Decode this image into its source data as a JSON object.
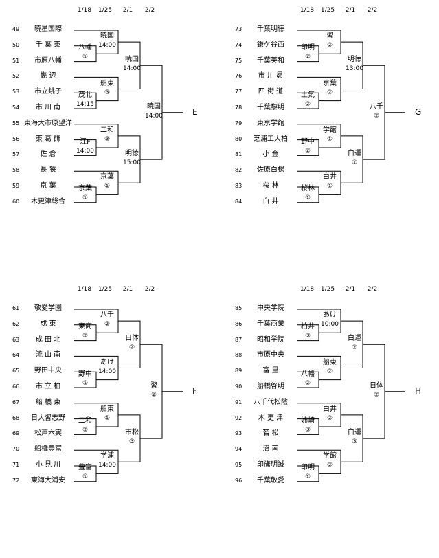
{
  "dates": [
    "1/18",
    "1/25",
    "2/1",
    "2/2"
  ],
  "quadrants": [
    {
      "block": "E",
      "numbers": [
        "49",
        "50",
        "51",
        "52",
        "53",
        "54",
        "55",
        "56",
        "57",
        "58",
        "59",
        "60"
      ],
      "teams": [
        "暁星国際",
        "千 葉 東",
        "市原八幡",
        "畿 辺",
        "市立銚子",
        "市 川 南",
        "東海大市原望洋",
        "東 葛 飾",
        "佐 倉",
        "長 狭",
        "京 葉",
        "木更津総合"
      ],
      "r1": [
        {
          "slot": 1,
          "name": "八幡",
          "sub": "①"
        },
        {
          "slot": 4,
          "name": "茂北",
          "sub": "14:15"
        },
        {
          "slot": 7,
          "name": "江F",
          "sub": "14:00"
        },
        {
          "slot": 10,
          "name": "京葉",
          "sub": "①"
        }
      ],
      "r2": [
        {
          "name": "暁国",
          "sub": "14:00"
        },
        {
          "name": "船東",
          "sub": "③"
        },
        {
          "name": "二和",
          "sub": "③"
        },
        {
          "name": "京葉",
          "sub": "①"
        }
      ],
      "r3": [
        {
          "name": "暁国",
          "sub": "14:00"
        },
        {
          "name": "明徳",
          "sub": "15:00"
        }
      ],
      "final": {
        "name": "暁国",
        "sub": "14:00"
      }
    },
    {
      "block": "G",
      "numbers": [
        "73",
        "74",
        "75",
        "76",
        "77",
        "78",
        "79",
        "80",
        "81",
        "82",
        "83",
        "84"
      ],
      "teams": [
        "千葉明徳",
        "鎌ケ谷西",
        "千葉英和",
        "市 川 昴",
        "四 街 道",
        "千葉黎明",
        "東京学館",
        "芝浦工大柏",
        "小 金",
        "佐原白楊",
        "桜 林",
        "白 井"
      ],
      "r1": [
        {
          "slot": 1,
          "name": "印明",
          "sub": "②"
        },
        {
          "slot": 4,
          "name": "土気",
          "sub": "②"
        },
        {
          "slot": 7,
          "name": "野中",
          "sub": "②"
        },
        {
          "slot": 10,
          "name": "桜林",
          "sub": "①"
        }
      ],
      "r2": [
        {
          "name": "習",
          "sub": "②"
        },
        {
          "name": "京葉",
          "sub": "②"
        },
        {
          "name": "学館",
          "sub": "①"
        },
        {
          "name": "白井",
          "sub": "①"
        }
      ],
      "r3": [
        {
          "name": "明徳",
          "sub": "13:00"
        },
        {
          "name": "白運",
          "sub": "①"
        }
      ],
      "final": {
        "name": "八千",
        "sub": "②"
      }
    },
    {
      "block": "F",
      "numbers": [
        "61",
        "62",
        "63",
        "64",
        "65",
        "66",
        "67",
        "68",
        "69",
        "70",
        "71",
        "72"
      ],
      "teams": [
        "敬愛学園",
        "成 東",
        "成 田 北",
        "流 山 南",
        "野田中央",
        "市 立 柏",
        "船 橋 東",
        "日大習志野",
        "松戸六実",
        "船橋豊富",
        "小 見 川",
        "東海大浦安"
      ],
      "r1": [
        {
          "slot": 1,
          "name": "東商",
          "sub": "②"
        },
        {
          "slot": 4,
          "name": "野中",
          "sub": "①"
        },
        {
          "slot": 7,
          "name": "二和",
          "sub": "②"
        },
        {
          "slot": 10,
          "name": "豊富",
          "sub": "①"
        }
      ],
      "r2": [
        {
          "name": "八千",
          "sub": "②"
        },
        {
          "name": "あけ",
          "sub": "14:00"
        },
        {
          "name": "船東",
          "sub": "①"
        },
        {
          "name": "学浦",
          "sub": "14:00"
        }
      ],
      "r3": [
        {
          "name": "日体",
          "sub": "②"
        },
        {
          "name": "市松",
          "sub": "③"
        }
      ],
      "final": {
        "name": "習",
        "sub": "②"
      }
    },
    {
      "block": "H",
      "numbers": [
        "85",
        "86",
        "87",
        "88",
        "89",
        "90",
        "91",
        "92",
        "93",
        "94",
        "95",
        "96"
      ],
      "teams": [
        "中央学院",
        "千葉商業",
        "昭和学院",
        "市原中央",
        "富 里",
        "船橋啓明",
        "八千代松陰",
        "木 更 津",
        "若 松",
        "沼 南",
        "印旛明誠",
        "千葉敬愛"
      ],
      "r1": [
        {
          "slot": 1,
          "name": "柏井",
          "sub": "③"
        },
        {
          "slot": 4,
          "name": "八幡",
          "sub": "②"
        },
        {
          "slot": 7,
          "name": "姉崎",
          "sub": "③"
        },
        {
          "slot": 10,
          "name": "印明",
          "sub": "①"
        }
      ],
      "r2": [
        {
          "name": "あけ",
          "sub": "10:00"
        },
        {
          "name": "船東",
          "sub": "②"
        },
        {
          "name": "白井",
          "sub": "②"
        },
        {
          "name": "学館",
          "sub": "②"
        }
      ],
      "r3": [
        {
          "name": "白運",
          "sub": "②"
        },
        {
          "name": "白運",
          "sub": "③"
        }
      ],
      "final": {
        "name": "日体",
        "sub": "②"
      }
    }
  ]
}
